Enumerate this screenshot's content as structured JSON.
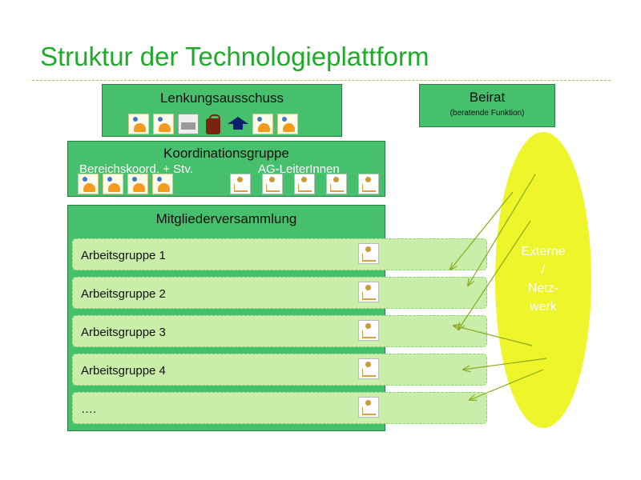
{
  "title": "Struktur der Technologieplattform",
  "lenkungsausschuss": {
    "label": "Lenkungsausschuss",
    "icons": [
      "person-icon",
      "person-icon",
      "machine-icon",
      "bag-icon",
      "graduation-cap-icon",
      "person-icon",
      "person-icon"
    ]
  },
  "beirat": {
    "label": "Beirat",
    "sublabel": "(beratende Funktion)"
  },
  "koordinationsgruppe": {
    "label": "Koordinationsgruppe",
    "left_label": "Bereichskoord. + Stv.",
    "right_label": "AG-LeiterInnen",
    "left_icons": [
      "person-icon",
      "person-icon",
      "person-icon",
      "person-icon"
    ],
    "right_icons": [
      "thumbnail-icon",
      "thumbnail-icon",
      "thumbnail-icon",
      "thumbnail-icon",
      "thumbnail-icon"
    ]
  },
  "mitgliederversammlung": {
    "label": "Mitgliederversammlung",
    "groups": [
      {
        "label": "Arbeitsgruppe 1",
        "icon": "thumbnail-icon"
      },
      {
        "label": "Arbeitsgruppe 2",
        "icon": "thumbnail-icon"
      },
      {
        "label": "Arbeitsgruppe 3",
        "icon": "thumbnail-icon"
      },
      {
        "label": "Arbeitsgruppe 4",
        "icon": "thumbnail-icon"
      },
      {
        "label": "….",
        "icon": "thumbnail-icon"
      }
    ]
  },
  "extern": {
    "line1": "Externe",
    "line2": "/",
    "line3": "Netz-",
    "line4": "werk"
  },
  "colors": {
    "title": "#1faa2a",
    "box_fill": "#46c06c",
    "row_fill": "#c8eeaa",
    "ellipse_fill": "#eef52a",
    "arrow": "#8aa81e"
  }
}
